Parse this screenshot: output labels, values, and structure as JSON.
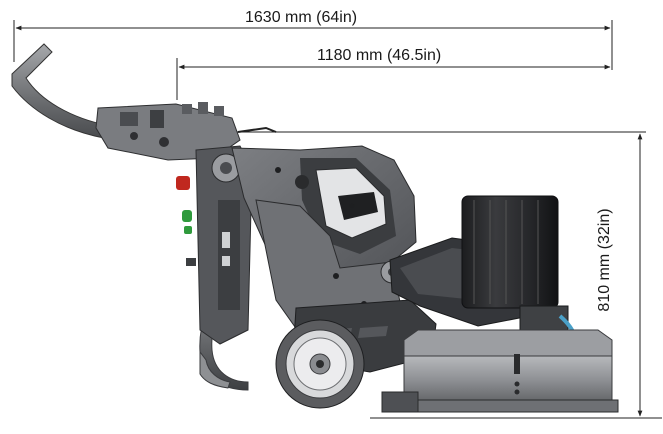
{
  "dimensions": {
    "overall_length": "1630  mm (64in)",
    "wheelbase_length": "1180  mm (46.5in)",
    "height": "810  mm (32in)"
  },
  "colors": {
    "frame": "#6c6e72",
    "frame_dark": "#3e4043",
    "motor": "#2a2b2d",
    "grinding_head": "#8a8c90",
    "tire": "#5b5c5f",
    "stop_button": "#c0281f",
    "start_button": "#2f9a3c",
    "hose": "#4aa0c8"
  },
  "icons": [
    "floor-grinder-illustration"
  ]
}
